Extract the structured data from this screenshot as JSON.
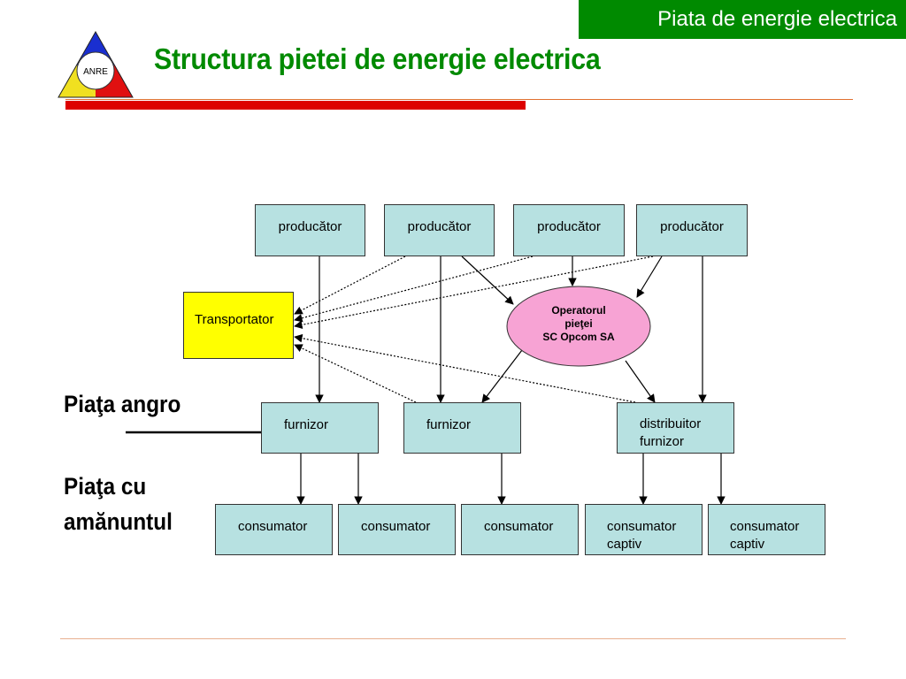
{
  "header_tag": "Piata de energie electrica",
  "logo": {
    "text": "ANRE",
    "colors": {
      "top": "#1a2fd0",
      "left": "#f0e020",
      "right": "#e01010"
    }
  },
  "title": "Structura pietei de energie electrica",
  "side_labels": {
    "angro": "Piaţa angro",
    "retail_line1": "Piaţa cu",
    "retail_line2": "amănuntul"
  },
  "producers": [
    "producător",
    "producător",
    "producător",
    "producător"
  ],
  "transporter": "Transportator",
  "operator": {
    "line1": "Operatorul",
    "line2": "pieţei",
    "line3": "SC Opcom SA",
    "color": "#f7a3d4"
  },
  "suppliers": [
    "furnizor",
    "furnizor"
  ],
  "distributor": {
    "line1": "distribuitor",
    "line2": "furnizor"
  },
  "consumers": [
    {
      "line1": "consumator",
      "line2": ""
    },
    {
      "line1": "consumator",
      "line2": ""
    },
    {
      "line1": "consumator",
      "line2": ""
    },
    {
      "line1": "consumator",
      "line2": "captiv"
    },
    {
      "line1": "consumator",
      "line2": "captiv"
    }
  ],
  "colors": {
    "accent": "#008a00",
    "bar_red": "#dd0000",
    "box_fill": "#b7e1e1",
    "transporter_fill": "#ffff00"
  }
}
